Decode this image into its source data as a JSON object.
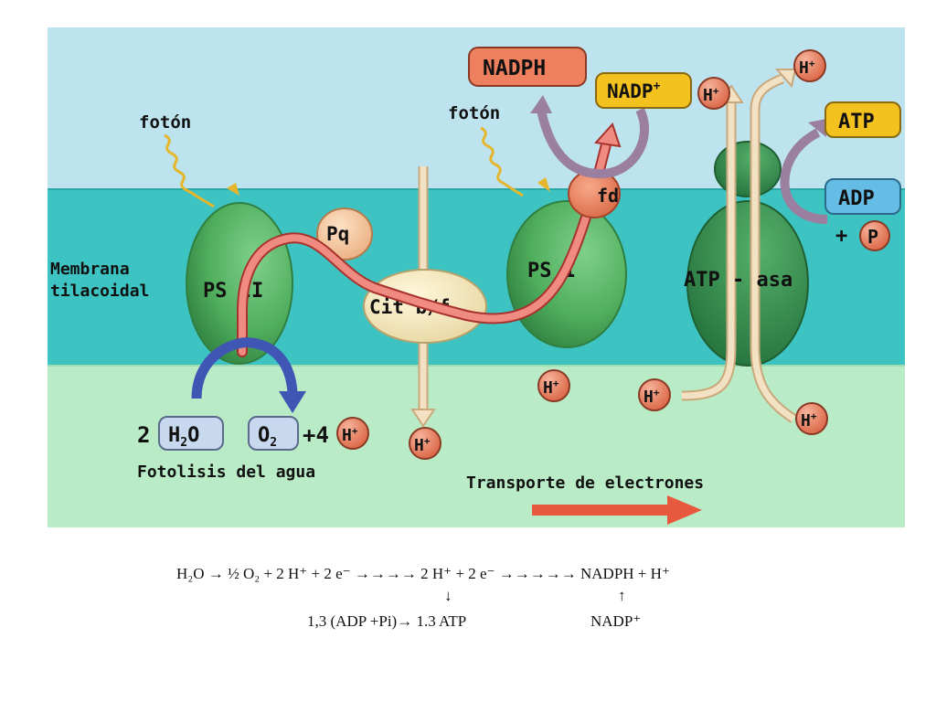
{
  "diagram": {
    "photon_left": "fotón",
    "photon_right": "fotón",
    "membrane_line1": "Membrana",
    "membrane_line2": "tilacoidal",
    "ps2": "PS  II",
    "ps1": "PS  I",
    "pq": "Pq",
    "cit": "Cit  b/f",
    "fd": "fd",
    "atpasa": "ATP - asa",
    "nadph": "NADPH",
    "nadp": "NADP",
    "atp": "ATP",
    "adp": "ADP",
    "plus_p": "+",
    "p": "P",
    "h": "H",
    "plus_sign": "+",
    "water_coef": "2",
    "h2o_h": "H",
    "h2o_2": "2",
    "h2o_o": "O",
    "o2_o": "O",
    "o2_2": "2",
    "plus4": "+4",
    "fotolisis": "Fotolisis del agua",
    "transporte": "Transporte de electrones"
  },
  "equation": {
    "line1": "H₂O → ½ O₂ + 2 H⁺ + 2 e⁻ →→→→ 2 H⁺ + 2 e⁻ →→→→→ NADPH + H⁺",
    "down_arrow": "↓",
    "up_arrow": "↑",
    "line3_left": "1,3 (ADP +Pi)→ 1.3 ATP",
    "line3_right": "NADP⁺"
  },
  "colors": {
    "sky": "#bde3ef",
    "membrane": "#3ec3c3",
    "stroma": "#b8ebc6",
    "green_protein": "#4fae5c",
    "dark_green": "#2f8a4a",
    "proton": "#e0775a",
    "electron_path": "#e85a55",
    "nadph": "#ee7f5f",
    "nadp": "#f3c21e",
    "adp": "#65bde6",
    "h2o_box": "#c8d8ee",
    "transport_arrow": "#e8583d"
  }
}
